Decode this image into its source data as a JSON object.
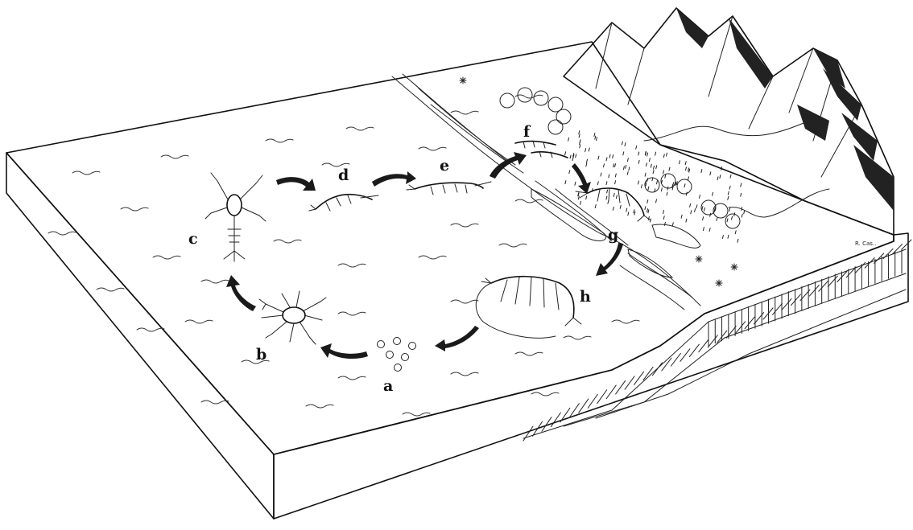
{
  "diagram": {
    "stage_labels": {
      "a": "a",
      "b": "b",
      "c": "c",
      "d": "d",
      "e": "e",
      "f": "f",
      "g": "g",
      "h": "h"
    },
    "signature": "R. Cas.."
  }
}
